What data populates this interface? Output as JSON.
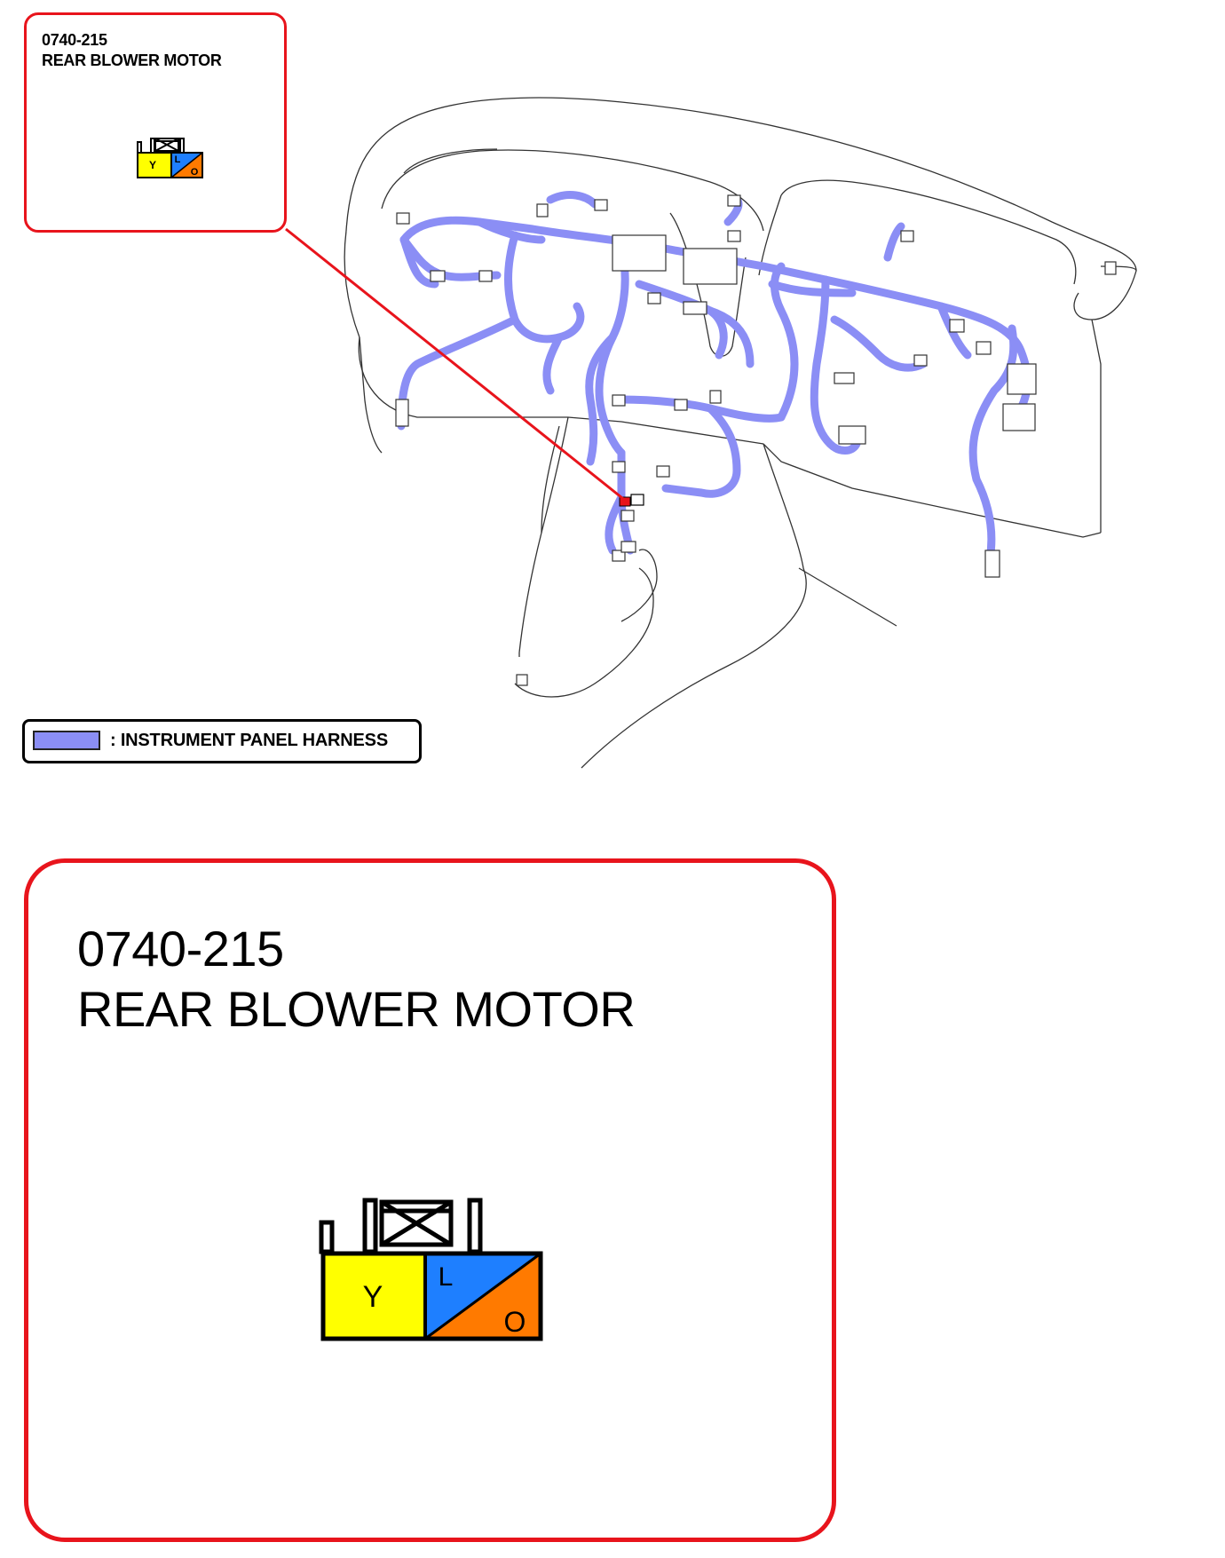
{
  "callout_small": {
    "code": "0740-215",
    "name": "REAR BLOWER MOTOR"
  },
  "legend": {
    "label": ": INSTRUMENT PANEL HARNESS",
    "swatch_color": "#8b8ef5"
  },
  "callout_large": {
    "code": "0740-215",
    "name": "REAR BLOWER MOTOR"
  },
  "connector": {
    "pins": [
      {
        "label": "Y",
        "color": "#ffff00"
      },
      {
        "label": "L",
        "color": "#1e7fff"
      },
      {
        "label": "O",
        "color": "#ff7a00"
      }
    ]
  },
  "colors": {
    "callout_border": "#e8141c",
    "harness": "#8b8ef5"
  }
}
